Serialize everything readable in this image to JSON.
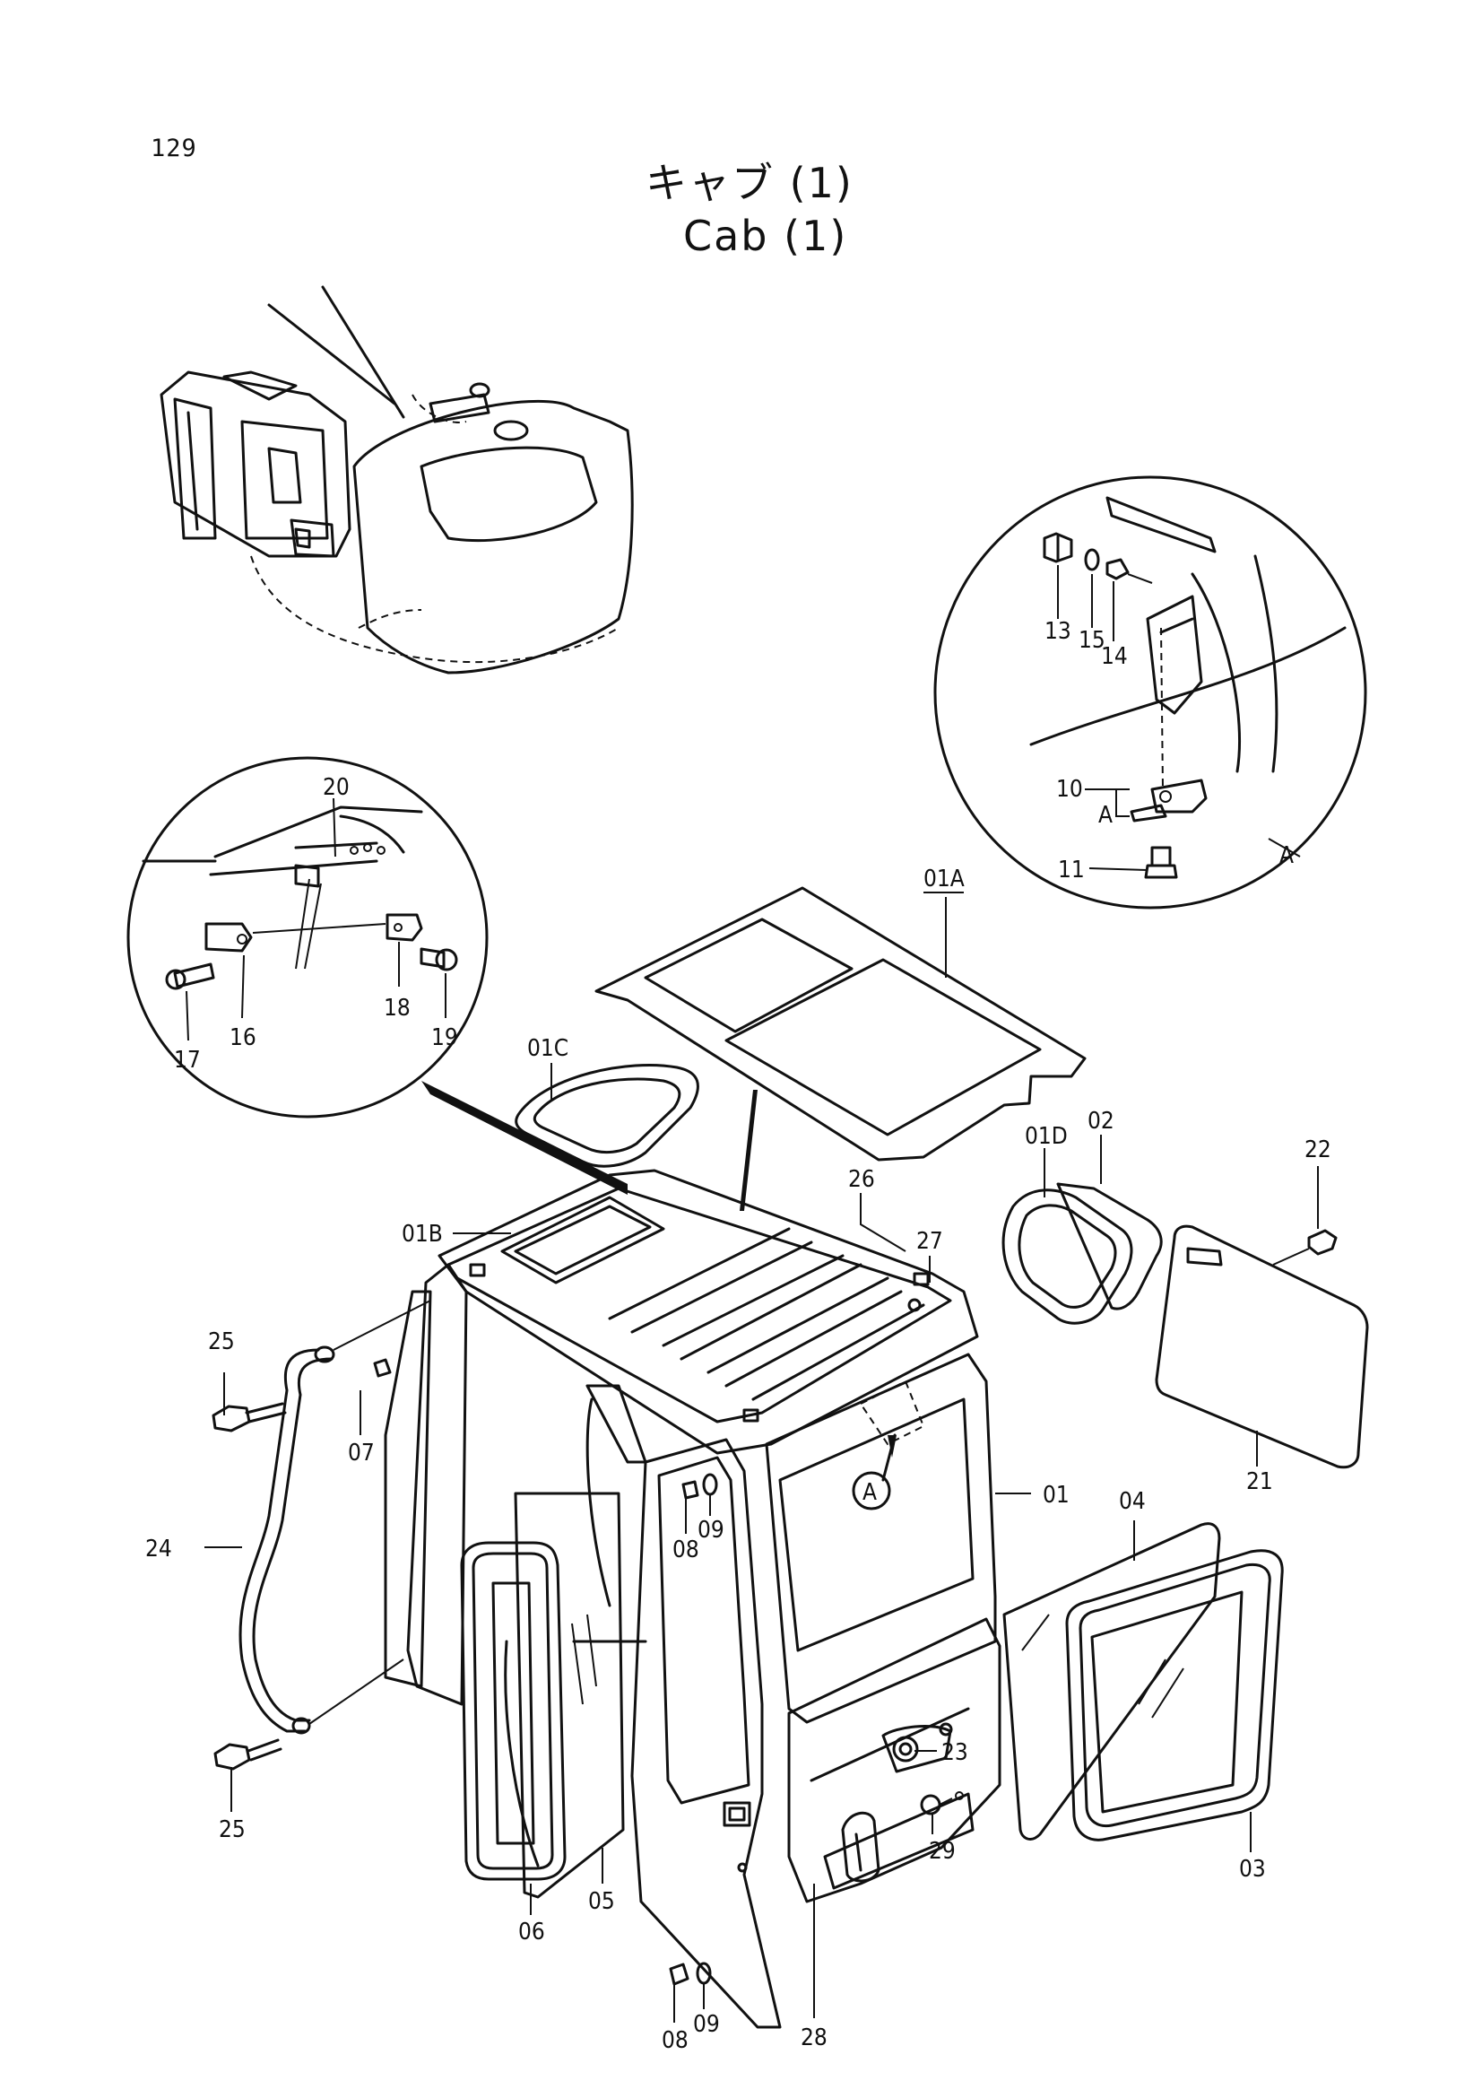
{
  "page_number": "129",
  "title_ja": "キャブ (1)",
  "title_en": "Cab (1)",
  "callouts": {
    "c01": "01",
    "c01A": "01A",
    "c01B": "01B",
    "c01C": "01C",
    "c01D": "01D",
    "c02": "02",
    "c03": "03",
    "c04": "04",
    "c05": "05",
    "c06": "06",
    "c07": "07",
    "c08a": "08",
    "c08b": "08",
    "c09a": "09",
    "c09b": "09",
    "c10": "10",
    "c11": "11",
    "c13": "13",
    "c14": "14",
    "c15": "15",
    "c16": "16",
    "c17": "17",
    "c18": "18",
    "c19": "19",
    "c20": "20",
    "c21": "21",
    "c22": "22",
    "c23": "23",
    "c24": "24",
    "c25a": "25",
    "c25b": "25",
    "c26": "26",
    "c27": "27",
    "c28": "28",
    "c29": "29",
    "detailA_marker": "A",
    "detailA_label": "A",
    "detailA_sub": "A"
  }
}
